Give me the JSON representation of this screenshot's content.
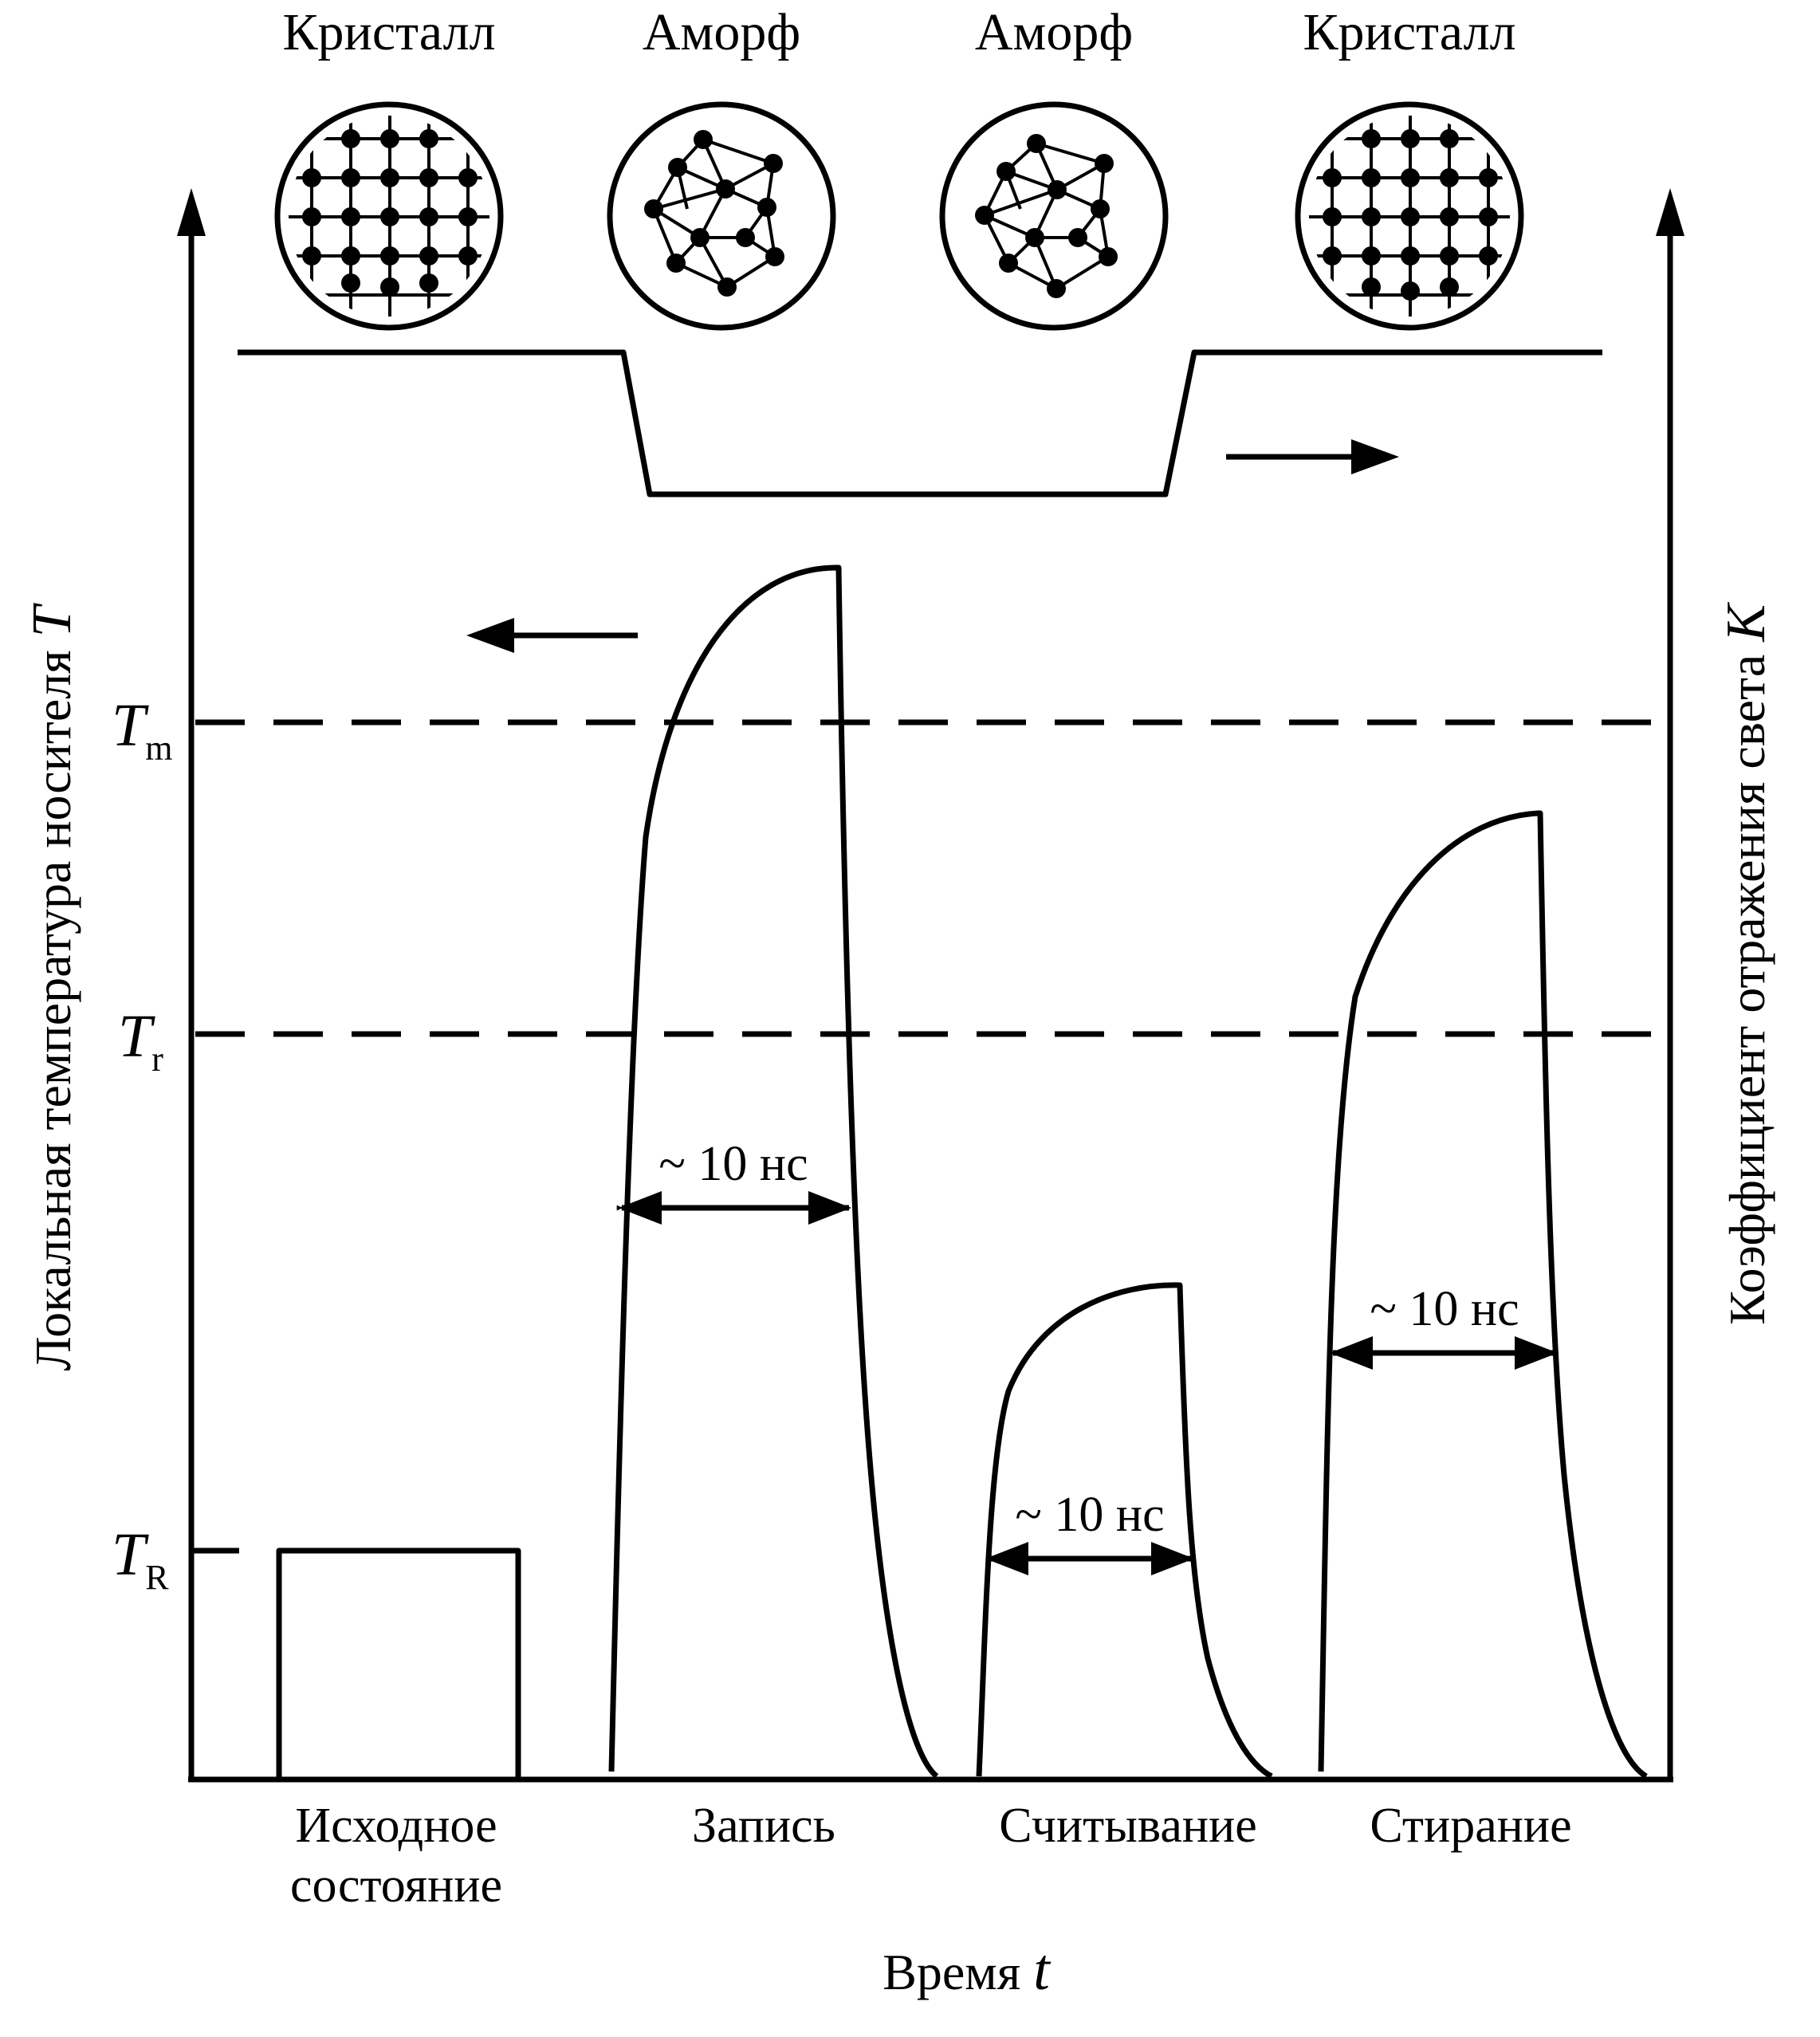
{
  "states": [
    {
      "label": "Кристалл",
      "structure": "crystal"
    },
    {
      "label": "Аморф",
      "structure": "amorphous"
    },
    {
      "label": "Аморф",
      "structure": "amorphous"
    },
    {
      "label": "Кристалл",
      "structure": "crystal"
    }
  ],
  "levels": {
    "melt": {
      "symbol": "T",
      "subscript": "m"
    },
    "recrystallization": {
      "symbol": "T",
      "subscript": "r"
    },
    "read": {
      "symbol": "T",
      "subscript": "R"
    }
  },
  "phases": [
    {
      "line1": "Исходное",
      "line2": "состояние"
    },
    {
      "line1": "Запись",
      "line2": ""
    },
    {
      "line1": "Считывание",
      "line2": ""
    },
    {
      "line1": "Стирание",
      "line2": ""
    }
  ],
  "durations": [
    {
      "label": "~ 10 нс"
    },
    {
      "label": "~ 10 нс"
    },
    {
      "label": "~ 10 нс"
    }
  ],
  "axes": {
    "left_title": "Локальная температура носителя ",
    "left_var": "T",
    "right_title": "Коэффициент отражения света ",
    "right_var": "K",
    "x_title": "Время ",
    "x_var": "t"
  },
  "colors": {
    "ink": "#000000",
    "background": "#ffffff"
  }
}
